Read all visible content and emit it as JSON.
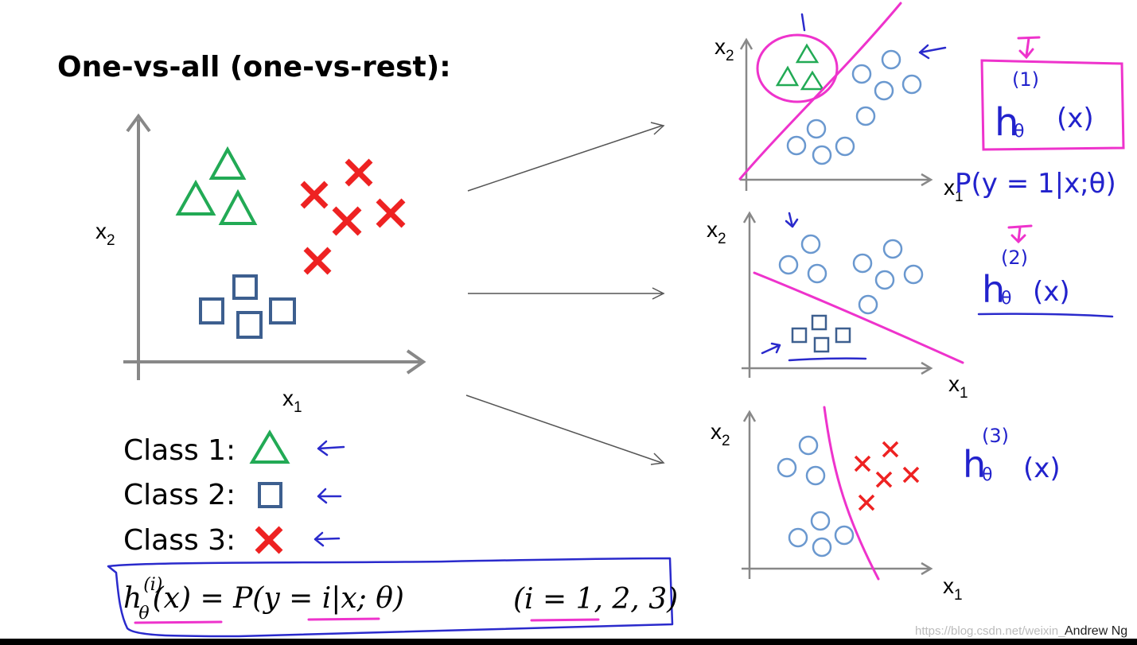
{
  "title": "One-vs-all (one-vs-rest):",
  "axes": {
    "x_label": "x",
    "x_sub": "1",
    "y_label": "x",
    "y_sub": "2"
  },
  "legend": [
    {
      "label": "Class 1:",
      "marker": "triangle",
      "color": "#22aa55"
    },
    {
      "label": "Class 2:",
      "marker": "square",
      "color": "#3d5f8f"
    },
    {
      "label": "Class 3:",
      "marker": "cross",
      "color": "#ee2222"
    }
  ],
  "formula": {
    "lhs": "h",
    "sub": "θ",
    "sup": "(i)",
    "rhs": "(x) = P(y = i|x; θ)",
    "range": "(i = 1, 2, 3)"
  },
  "annotations": {
    "h1": {
      "h": "h",
      "theta": "θ",
      "sup": "(1)",
      "arg": "(x)"
    },
    "p1": "P(y = 1|x;θ)",
    "h2": {
      "h": "h",
      "theta": "θ",
      "sup": "(2)",
      "arg": "(x)"
    },
    "h3": {
      "h": "h",
      "theta": "θ",
      "sup": "(3)",
      "arg": "(x)"
    }
  },
  "credit": "Andrew Ng",
  "watermark": "https://blog.csdn.net/weixin_",
  "colors": {
    "class1": "#22aa55",
    "class2": "#3d5f8f",
    "class3": "#ee2222",
    "rest": "#6a98cf",
    "boundary": "#ee33cc",
    "ink": "#2a2acc"
  }
}
